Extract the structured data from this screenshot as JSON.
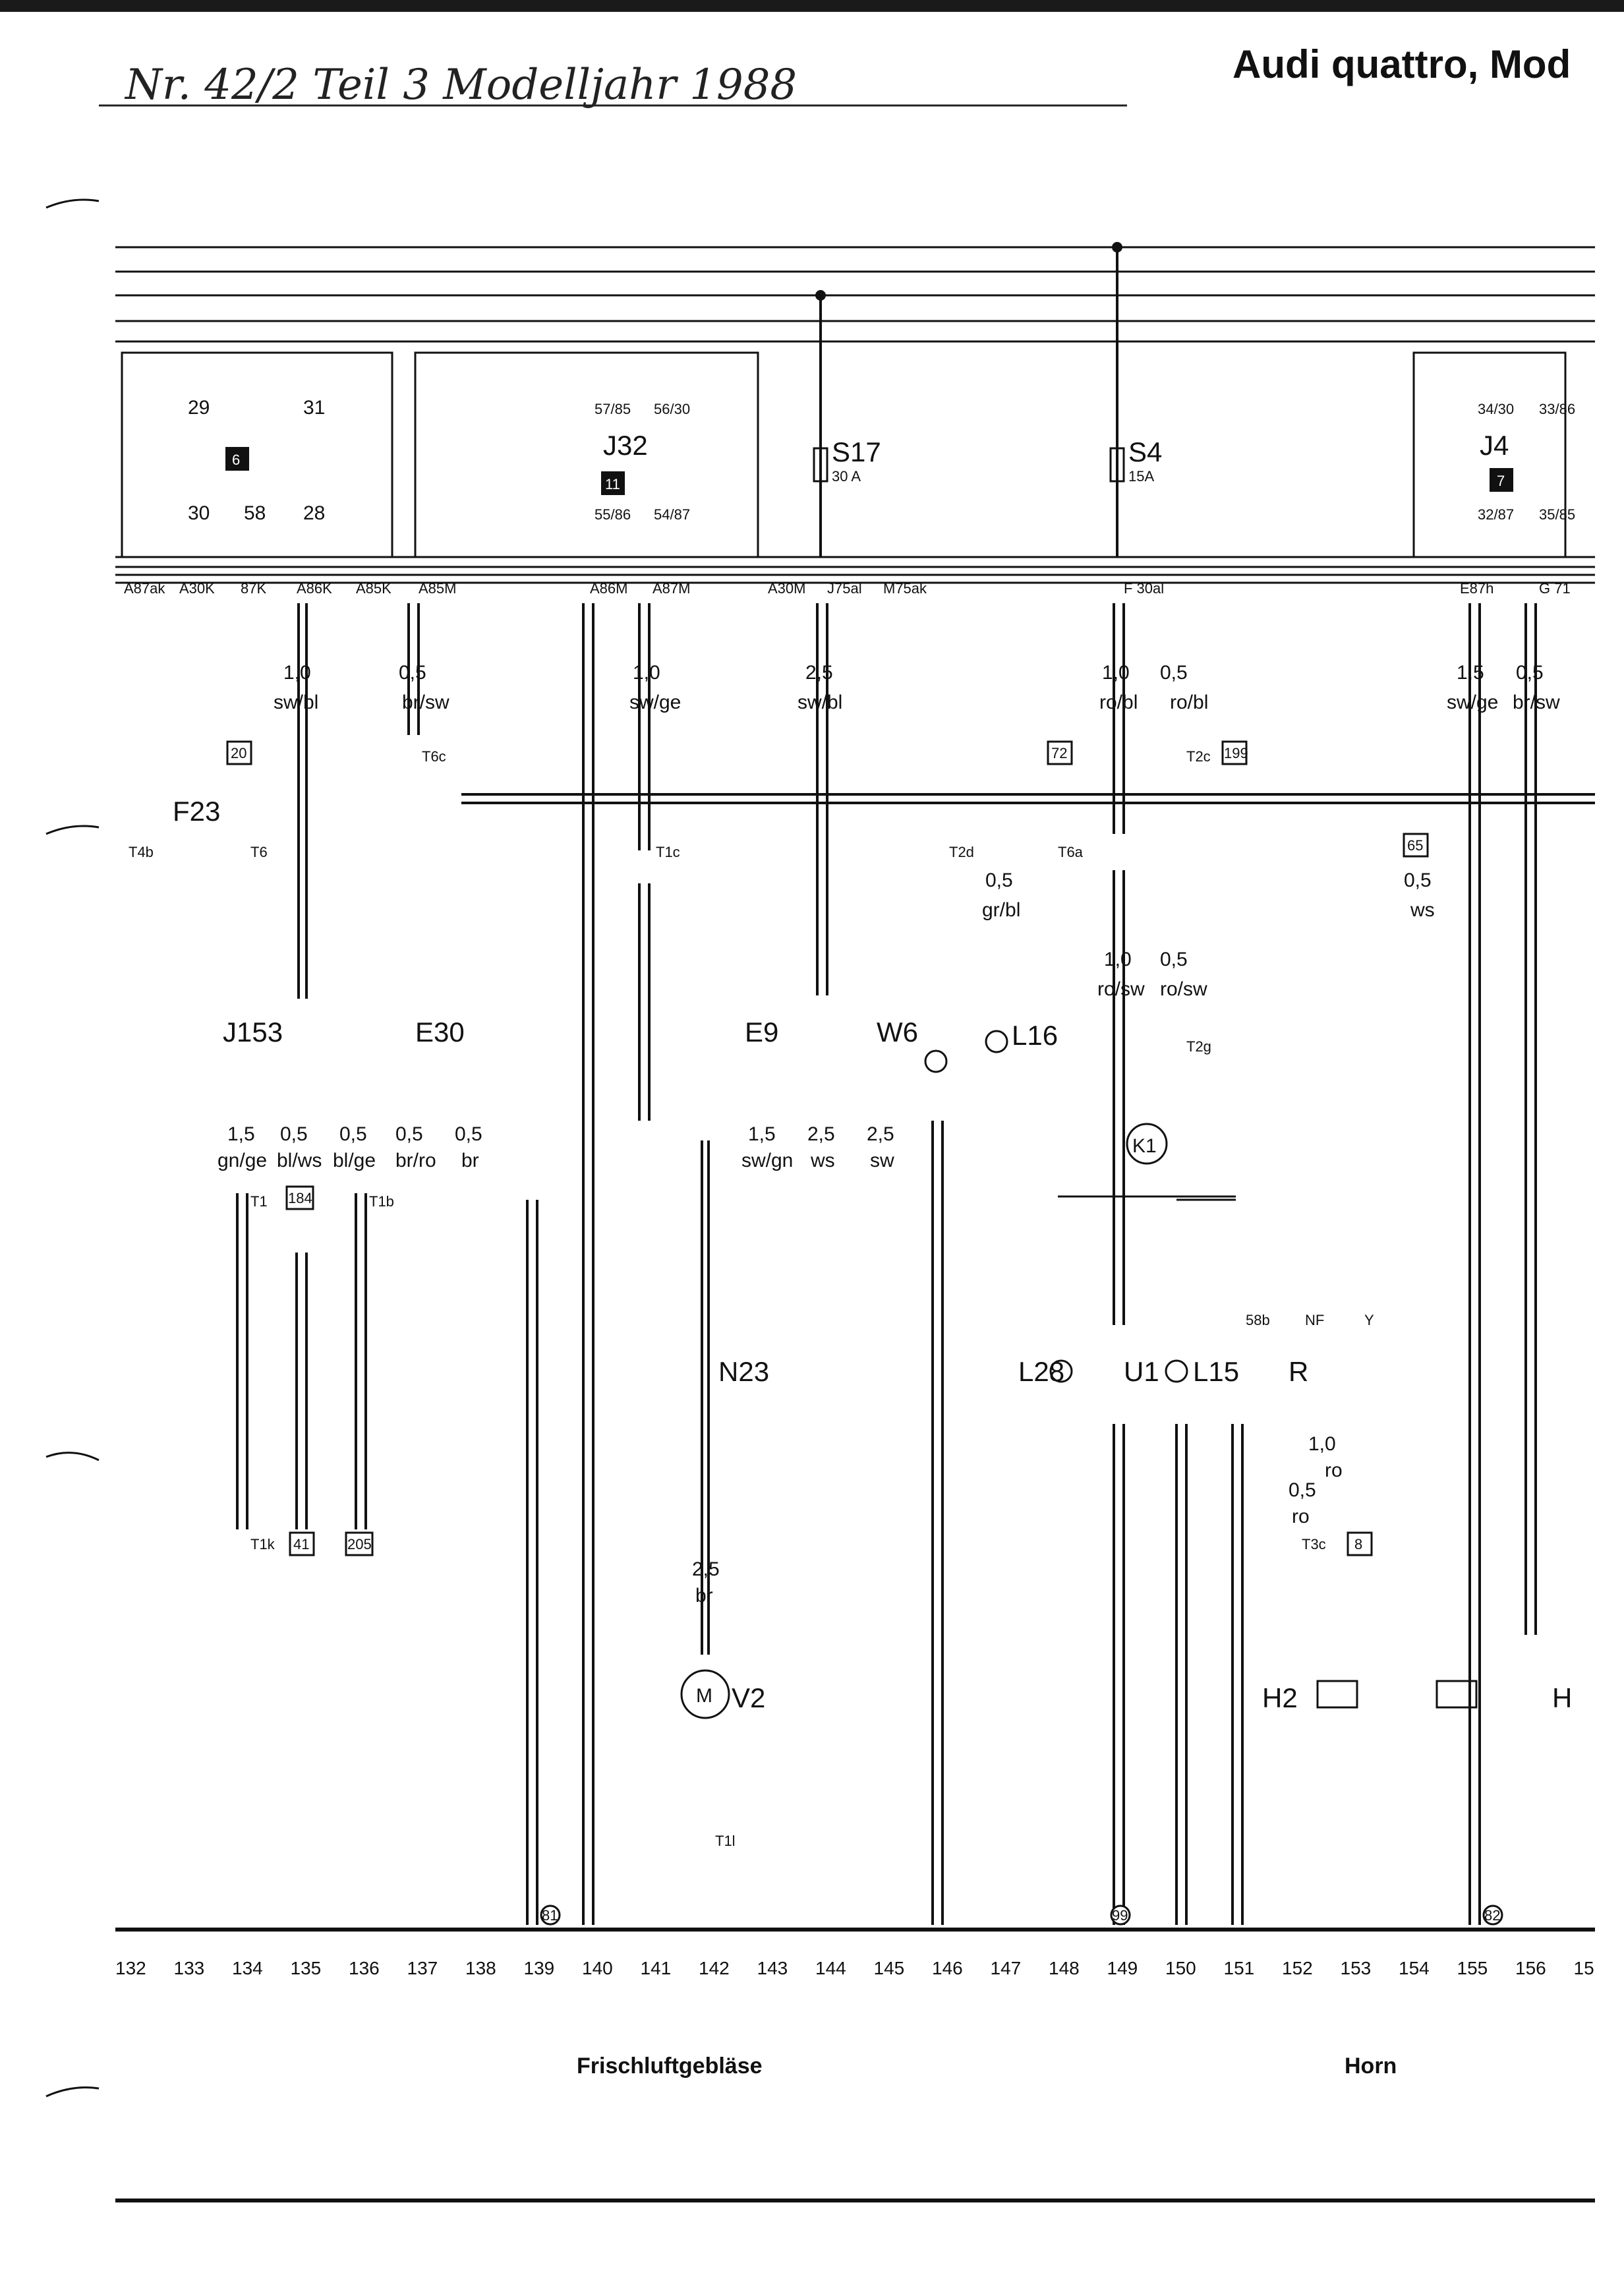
{
  "header": {
    "handwritten": "Nr. 42/2 Teil 3   Modelljahr 1988",
    "title": "Audi quattro, Mod"
  },
  "top_labels": [
    "A87ak",
    "A30K",
    "87K",
    "A86K",
    "A85K",
    "A85M",
    "A86M",
    "A87M",
    "A30M",
    "J75al",
    "M75ak",
    "F 30al",
    "E87h",
    "G 71"
  ],
  "relay_pins": [
    "29",
    "31",
    "30",
    "58",
    "28",
    "57/85",
    "56/30",
    "55/86",
    "54/87",
    "34/30",
    "33/86",
    "32/87",
    "35/85"
  ],
  "fuses": [
    {
      "name": "S17",
      "rating": "30 A"
    },
    {
      "name": "S4",
      "rating": "15A"
    }
  ],
  "components": [
    "J32",
    "J4",
    "F23",
    "J153",
    "E30",
    "E9",
    "W6",
    "L16",
    "K1",
    "L28",
    "U1",
    "L15",
    "R",
    "N23",
    "V2",
    "H2",
    "H"
  ],
  "reference_boxes": [
    "6",
    "11",
    "7",
    "20",
    "72",
    "199",
    "65",
    "184",
    "41",
    "205",
    "8"
  ],
  "connectors": [
    "T6c",
    "T4b",
    "T6",
    "T1c",
    "T2d",
    "T6a",
    "T2c",
    "T2g",
    "T1",
    "T1b",
    "T1k",
    "T1l",
    "T3c"
  ],
  "wires": [
    {
      "gauge": "1,0",
      "color": "sw/bl"
    },
    {
      "gauge": "0,5",
      "color": "br/sw"
    },
    {
      "gauge": "1,0",
      "color": "sw/ge"
    },
    {
      "gauge": "2,5",
      "color": "sw/bl"
    },
    {
      "gauge": "1,0",
      "color": "ro/bl"
    },
    {
      "gauge": "0,5",
      "color": "ro/bl"
    },
    {
      "gauge": "1,5",
      "color": "sw/ge"
    },
    {
      "gauge": "0,5",
      "color": "br/sw"
    },
    {
      "gauge": "0,5",
      "color": "gr/bl"
    },
    {
      "gauge": "1,0",
      "color": "ro/sw"
    },
    {
      "gauge": "0,5",
      "color": "ro/sw"
    },
    {
      "gauge": "0,5",
      "color": "ws"
    },
    {
      "gauge": "1,5",
      "color": "gn/ge"
    },
    {
      "gauge": "0,5",
      "color": "bl/ws"
    },
    {
      "gauge": "0,5",
      "color": "bl/ge"
    },
    {
      "gauge": "0,5",
      "color": "br/ro"
    },
    {
      "gauge": "0,5",
      "color": "br"
    },
    {
      "gauge": "1,5",
      "color": "sw/gn"
    },
    {
      "gauge": "2,5",
      "color": "ws"
    },
    {
      "gauge": "2,5",
      "color": "sw"
    },
    {
      "gauge": "2,5",
      "color": "br"
    },
    {
      "gauge": "1,0",
      "color": "ro"
    },
    {
      "gauge": "0,5",
      "color": "ro"
    }
  ],
  "side_marks": [
    "58b",
    "NF",
    "Y"
  ],
  "ground_refs": [
    "81",
    "99",
    "82"
  ],
  "column_numbers": [
    "132",
    "133",
    "134",
    "135",
    "136",
    "137",
    "138",
    "139",
    "140",
    "141",
    "142",
    "143",
    "144",
    "145",
    "146",
    "147",
    "148",
    "149",
    "150",
    "151",
    "152",
    "153",
    "154",
    "155",
    "156",
    "15"
  ],
  "sections": [
    {
      "label": "Frischluftgebläse"
    },
    {
      "label": "Horn"
    }
  ]
}
